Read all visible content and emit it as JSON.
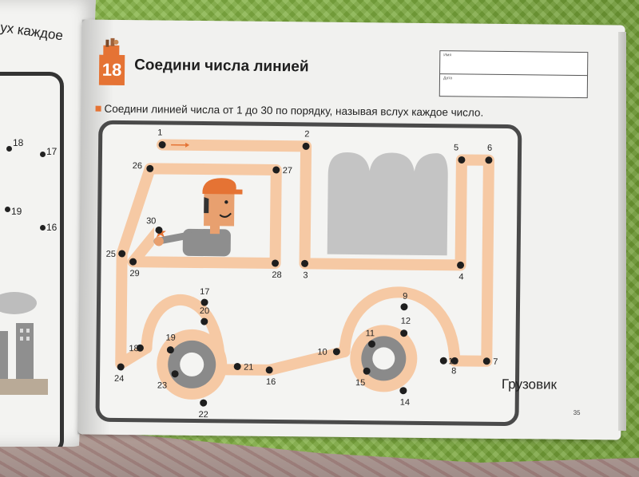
{
  "left_page": {
    "heading_fragment": "ух каждое",
    "numbers": [
      "18",
      "17",
      "19",
      "16"
    ]
  },
  "worksheet": {
    "badge_number": "18",
    "title": "Соедини числа линией",
    "form": {
      "name_label": "Имя",
      "date_label": "Дата"
    },
    "instruction": "Соедини линией числа от 1 до 30 по порядку, называя вслух каждое число.",
    "caption": "Грузовик",
    "page_number": "35",
    "dots": [
      {
        "n": "1"
      },
      {
        "n": "2"
      },
      {
        "n": "3"
      },
      {
        "n": "4"
      },
      {
        "n": "5"
      },
      {
        "n": "6"
      },
      {
        "n": "7"
      },
      {
        "n": "8"
      },
      {
        "n": "9"
      },
      {
        "n": "10"
      },
      {
        "n": "11"
      },
      {
        "n": "12"
      },
      {
        "n": "13"
      },
      {
        "n": "14"
      },
      {
        "n": "15"
      },
      {
        "n": "16"
      },
      {
        "n": "17"
      },
      {
        "n": "18"
      },
      {
        "n": "19"
      },
      {
        "n": "20"
      },
      {
        "n": "21"
      },
      {
        "n": "22"
      },
      {
        "n": "23"
      },
      {
        "n": "24"
      },
      {
        "n": "25"
      },
      {
        "n": "26"
      },
      {
        "n": "27"
      },
      {
        "n": "28"
      },
      {
        "n": "29"
      },
      {
        "n": "30"
      }
    ]
  },
  "colors": {
    "accent_orange": "#e57334",
    "trace_peach": "#f6c9a4",
    "wheel_gray": "#8a8a8a",
    "cargo_gray": "#c4c4c4",
    "fabric_green": "#7da83e"
  }
}
